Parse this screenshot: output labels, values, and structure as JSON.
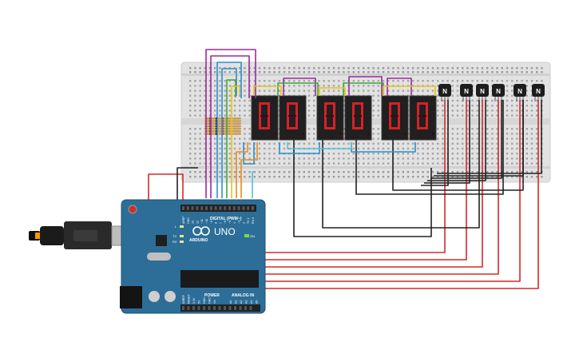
{
  "board": {
    "logo_text": "ARDUINO",
    "model": "UNO",
    "digital_label": "DIGITAL (PWM~)",
    "power_label": "POWER",
    "analog_label": "ANALOG IN",
    "on_label": "ON",
    "tx_label": "TX",
    "rx_label": "RX",
    "l_label": "L",
    "top_pin_labels": [
      "AREF",
      "GND",
      "13",
      "12",
      "~11",
      "~10",
      "~9",
      "8",
      "7",
      "~6",
      "~5",
      "4",
      "~3",
      "2",
      "TX 1",
      "RX 0"
    ],
    "power_pin_labels": [
      "IOREF",
      "RESET",
      "3.3V",
      "5V",
      "GND",
      "GND",
      "Vin"
    ],
    "analog_pin_labels": [
      "A0",
      "A1",
      "A2",
      "A3",
      "A4",
      "A5"
    ]
  },
  "transistors": {
    "label": "N",
    "count": 6
  },
  "displays": {
    "count": 6
  },
  "colors": {
    "breadboard": "#e2e2e2",
    "board": "#2c6e98",
    "segment_on": "#d8202a",
    "segment_off": "#3a0c0c",
    "wire_red": "#d42a2a",
    "wire_black": "#222222",
    "wire_purple": "#9b2a9b",
    "wire_blue": "#2a8fd4",
    "wire_green": "#3fa63f",
    "wire_yellow": "#e8c21a",
    "wire_orange": "#ee8a1a",
    "wire_cyan": "#58c0d8"
  }
}
